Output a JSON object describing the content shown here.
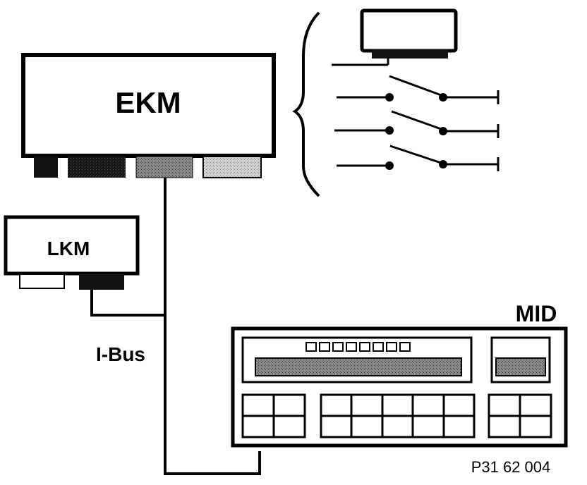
{
  "labels": {
    "ekm": "EKM",
    "lkm": "LKM",
    "mid": "MID",
    "ibus": "I-Bus",
    "figure_ref": "P31 62 004"
  },
  "colors": {
    "stroke": "#000000",
    "dark_connector": "#111111",
    "medium_connector": "#7a7a7a",
    "light_connector": "#c4c4c4",
    "display_fill": "#6f6f6f"
  }
}
